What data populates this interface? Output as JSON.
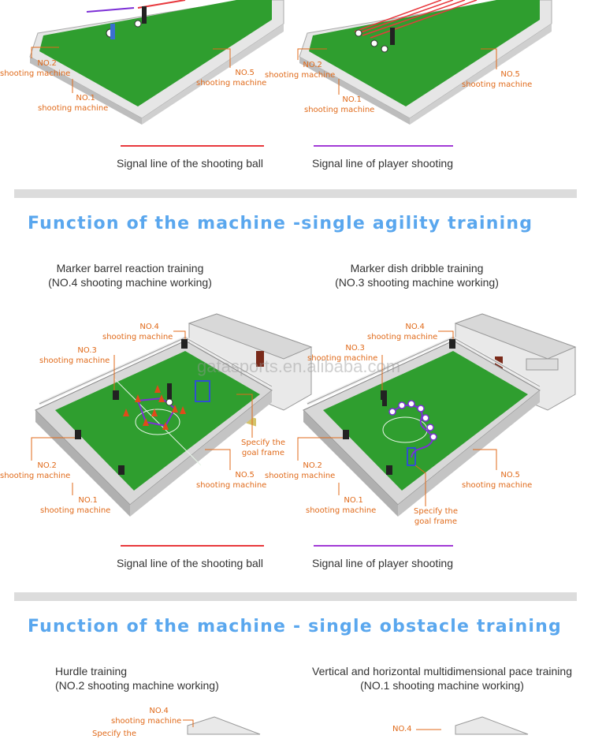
{
  "top_panels": {
    "left": {
      "labels": {
        "no2": "NO.2",
        "no2_sub": "shooting machine",
        "no1": "NO.1",
        "no1_sub": "shooting machine",
        "no5": "NO.5",
        "no5_sub": "shooting machine"
      }
    },
    "right": {
      "labels": {
        "no2": "NO.2",
        "no2_sub": "shooting machine",
        "no1": "NO.1",
        "no1_sub": "shooting machine",
        "no5": "NO.5",
        "no5_sub": "shooting machine"
      }
    }
  },
  "legend1": {
    "ball_line_label": "Signal line of the shooting ball",
    "player_line_label": "Signal line of  player shooting",
    "ball_line_color": "#e8383d",
    "player_line_color": "#a23bd6"
  },
  "section_agility": {
    "title": "Function of the machine -single agility training",
    "left_caption_1": "Marker barrel reaction training",
    "left_caption_2": "(NO.4  shooting machine working)",
    "right_caption_1": "Marker dish dribble training",
    "right_caption_2": "(NO.3  shooting machine working)",
    "watermark": "gatasports.en.alibaba.com",
    "left_labels": {
      "no4": "NO.4",
      "no4_sub": "shooting machine",
      "no3": "NO.3",
      "no3_sub": "shooting machine",
      "no2": "NO.2",
      "no2_sub": "shooting machine",
      "no1": "NO.1",
      "no1_sub": "shooting machine",
      "no5": "NO.5",
      "no5_sub": "shooting machine",
      "goal1": "Specify the",
      "goal2": "goal frame"
    },
    "right_labels": {
      "no4": "NO.4",
      "no4_sub": "shooting machine",
      "no3": "NO.3",
      "no3_sub": "shooting machine",
      "no2": "NO.2",
      "no2_sub": "shooting machine",
      "no1": "NO.1",
      "no1_sub": "shooting machine",
      "no5": "NO.5",
      "no5_sub": "shooting machine",
      "goal1": "Specify the",
      "goal2": "goal frame"
    }
  },
  "legend2": {
    "ball_line_label": "Signal line of the shooting ball",
    "player_line_label": "Signal line of  player shooting"
  },
  "section_obstacle": {
    "title": "Function of the machine - single obstacle training",
    "left_caption_1": "Hurdle training",
    "left_caption_2": "(NO.2  shooting machine working)",
    "right_caption_1": "Vertical and horizontal multidimensional pace training",
    "right_caption_2": "(NO.1  shooting machine working)",
    "left_labels": {
      "no4": "NO.4",
      "no4_sub": "shooting machine",
      "goal1": "Specify the"
    },
    "right_labels": {
      "no4": "NO.4"
    }
  },
  "colors": {
    "title_blue": "#5aa7ee",
    "callout_orange": "#e06a1a",
    "turf_green": "#2f9e2f",
    "section_bar": "#dcdcdc"
  }
}
